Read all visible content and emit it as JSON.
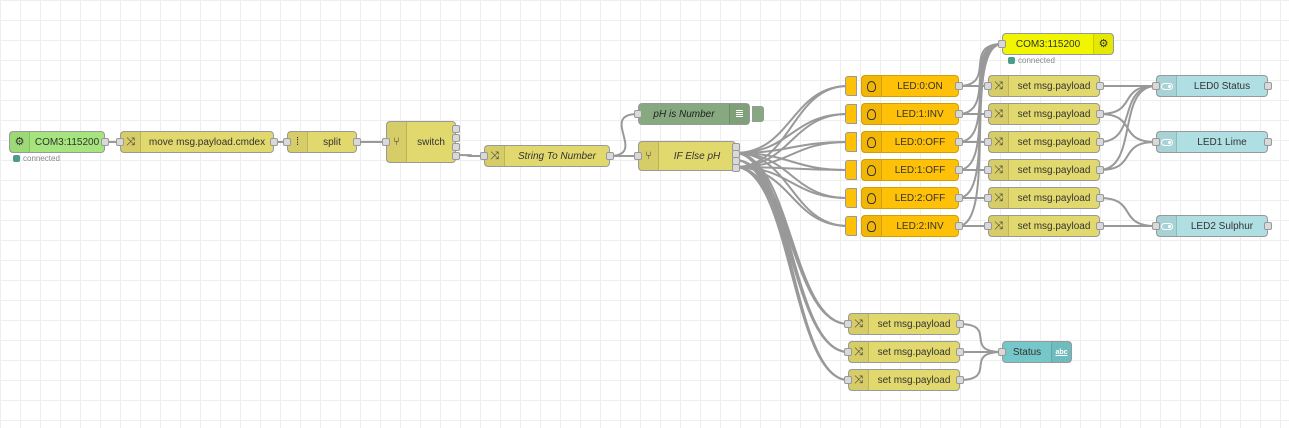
{
  "flow": {
    "serial_in": {
      "label": "COM3:115200",
      "status": "connected"
    },
    "move": {
      "label": "move msg.payload.cmdex"
    },
    "split": {
      "label": "split"
    },
    "switch": {
      "label": "switch"
    },
    "string_to_number": {
      "label": "String To Number"
    },
    "debug": {
      "label": "pH is Number"
    },
    "if_else": {
      "label": "IF Else pH"
    },
    "serial_out": {
      "label": "COM3:115200",
      "status": "connected"
    },
    "leds": [
      {
        "label": "LED:0:ON"
      },
      {
        "label": "LED:1:INV"
      },
      {
        "label": "LED:0:OFF"
      },
      {
        "label": "LED:1:OFF"
      },
      {
        "label": "LED:2:OFF"
      },
      {
        "label": "LED:2:INV"
      }
    ],
    "set_payloads": [
      {
        "label": "set msg.payload"
      },
      {
        "label": "set msg.payload"
      },
      {
        "label": "set msg.payload"
      },
      {
        "label": "set msg.payload"
      },
      {
        "label": "set msg.payload"
      },
      {
        "label": "set msg.payload"
      }
    ],
    "ui_leds": [
      {
        "label": "LED0 Status"
      },
      {
        "label": "LED1 Lime"
      },
      {
        "label": "LED2 Sulphur"
      }
    ],
    "status_sets": [
      {
        "label": "set msg.payload"
      },
      {
        "label": "set msg.payload"
      },
      {
        "label": "set msg.payload"
      }
    ],
    "status_text": {
      "label": "Status",
      "icon_text": "abc"
    }
  },
  "colors": {
    "serial": "#a6e57d",
    "change": "#e2d96e",
    "led": "#ffc107",
    "debug": "#87a980",
    "ui": "#b0dfe3",
    "ui_text": "#75c7c9",
    "serial_out": "#f2f500",
    "wire": "#999999"
  },
  "icons": {
    "serial": "serial-port-icon",
    "change": "shuffle-icon",
    "split": "split-icon",
    "switch": "switch-icon",
    "led": "light-bulb-icon",
    "debug": "debug-list-icon",
    "ui_switch": "toggle-icon",
    "ui_text": "text-abc-icon"
  }
}
